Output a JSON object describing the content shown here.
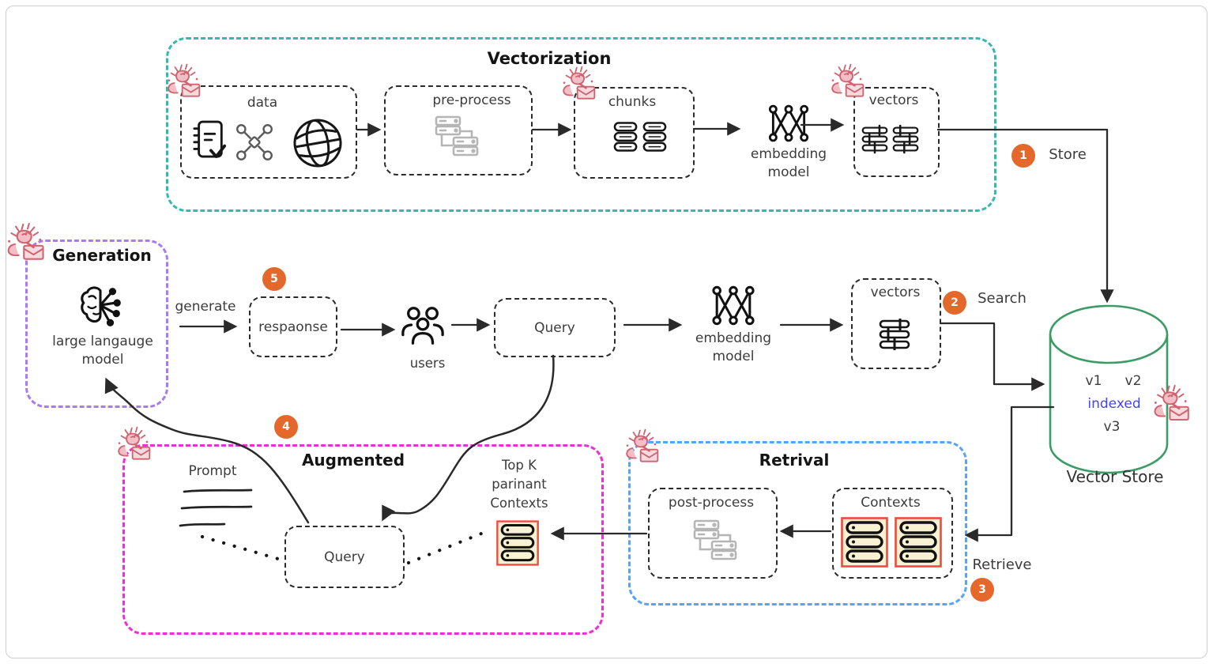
{
  "colors": {
    "teal": "#35b8b2",
    "purple": "#a97af0",
    "magenta": "#f12bd5",
    "blue": "#57a3f7",
    "green": "#3c9c66",
    "orange": "#e4682c",
    "red": "#ee4b3e",
    "cream": "#f8f1d2",
    "gray_icon": "#b5b5b5",
    "ink": "#2a2a2a",
    "indexed_blue": "#4343fb",
    "stamp_pink": "#cf6470"
  },
  "vectorization": {
    "title": "Vectorization",
    "data_label": "data",
    "preprocess_label": "pre-process",
    "chunks_label": "chunks",
    "embedding_label": "embedding model",
    "vectors_label": "vectors"
  },
  "generation": {
    "title": "Generation",
    "llm_label": "large langauge model",
    "generate_label": "generate"
  },
  "query_flow": {
    "response_label": "respaonse",
    "users_label": "users",
    "query_label": "Query",
    "embedding_label": "embedding model",
    "vectors_label": "vectors"
  },
  "steps": {
    "store": {
      "num": "1",
      "label": "Store"
    },
    "search": {
      "num": "2",
      "label": "Search"
    },
    "retrieve": {
      "num": "3",
      "label": "Retrieve"
    },
    "augment": {
      "num": "4"
    },
    "respond": {
      "num": "5"
    }
  },
  "vector_store": {
    "v1": "v1",
    "v2": "v2",
    "indexed": "indexed",
    "v3": "v3",
    "caption": "Vector Store"
  },
  "augmented": {
    "title": "Augmented",
    "prompt_label": "Prompt",
    "query_label": "Query",
    "topk_label": "Top K parinant Contexts"
  },
  "retrieval": {
    "title": "Retrival",
    "postprocess_label": "post-process",
    "contexts_label": "Contexts"
  }
}
